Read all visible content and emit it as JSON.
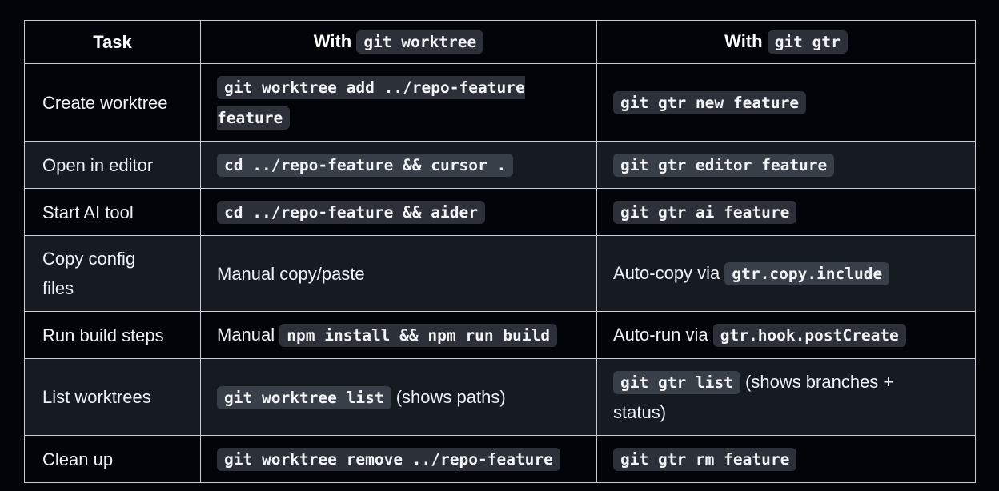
{
  "colors": {
    "page_background": "#010409",
    "even_row_background": "#161b22",
    "border": "#c9ced6",
    "text": "#eef1f5",
    "code_chip_background": "rgba(110,118,129,0.4)"
  },
  "table": {
    "header": {
      "task": [
        {
          "t": "Task"
        }
      ],
      "worktree": [
        {
          "t": "With "
        },
        {
          "c": "git worktree"
        }
      ],
      "gtr": [
        {
          "t": "With "
        },
        {
          "c": "git gtr"
        }
      ]
    },
    "rows": [
      {
        "task": [
          {
            "t": "Create worktree"
          }
        ],
        "worktree": [
          {
            "c": "git worktree add ../repo-feature feature"
          }
        ],
        "gtr": [
          {
            "c": "git gtr new feature"
          }
        ]
      },
      {
        "task": [
          {
            "t": "Open in editor"
          }
        ],
        "worktree": [
          {
            "c": "cd ../repo-feature && cursor ."
          }
        ],
        "gtr": [
          {
            "c": "git gtr editor feature"
          }
        ]
      },
      {
        "task": [
          {
            "t": "Start AI tool"
          }
        ],
        "worktree": [
          {
            "c": "cd ../repo-feature && aider"
          }
        ],
        "gtr": [
          {
            "c": "git gtr ai feature"
          }
        ]
      },
      {
        "task": [
          {
            "t": "Copy config files"
          }
        ],
        "worktree": [
          {
            "t": "Manual copy/paste"
          }
        ],
        "gtr": [
          {
            "t": "Auto-copy via "
          },
          {
            "c": "gtr.copy.include"
          }
        ]
      },
      {
        "task": [
          {
            "t": "Run build steps"
          }
        ],
        "worktree": [
          {
            "t": "Manual "
          },
          {
            "c": "npm install && npm run build"
          }
        ],
        "gtr": [
          {
            "t": "Auto-run via "
          },
          {
            "c": "gtr.hook.postCreate"
          }
        ]
      },
      {
        "task": [
          {
            "t": "List worktrees"
          }
        ],
        "worktree": [
          {
            "c": "git worktree list"
          },
          {
            "t": " (shows paths)"
          }
        ],
        "gtr": [
          {
            "c": "git gtr list"
          },
          {
            "t": " (shows branches + status)"
          }
        ]
      },
      {
        "task": [
          {
            "t": "Clean up"
          }
        ],
        "worktree": [
          {
            "c": "git worktree remove ../repo-feature"
          }
        ],
        "gtr": [
          {
            "c": "git gtr rm feature"
          }
        ]
      }
    ]
  }
}
